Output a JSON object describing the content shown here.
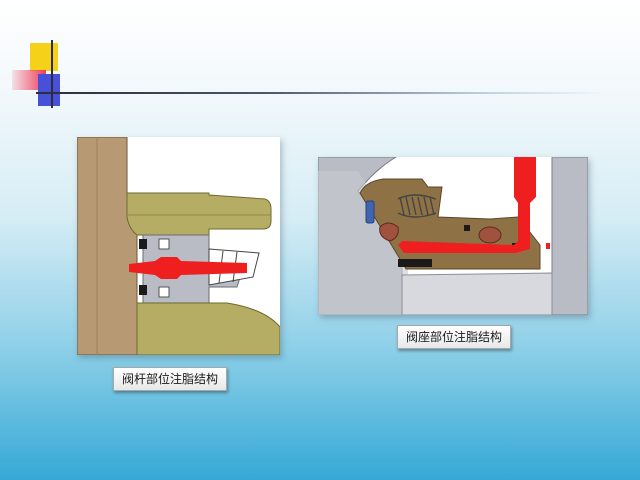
{
  "captions": {
    "stem": "阀杆部位注脂结构",
    "seat": "阀座部位注脂结构"
  },
  "colors": {
    "brass": "#8e7246",
    "stem": "#b79a74",
    "steel": "#b9bcc4",
    "olive": "#b4ad63",
    "grease": "#ef1f1f",
    "seal": "#1a1a1a",
    "blue_seal": "#4065b0",
    "oring": "#a0523f"
  },
  "icons": [
    "slide-square-yellow",
    "slide-square-red",
    "slide-square-blue"
  ]
}
